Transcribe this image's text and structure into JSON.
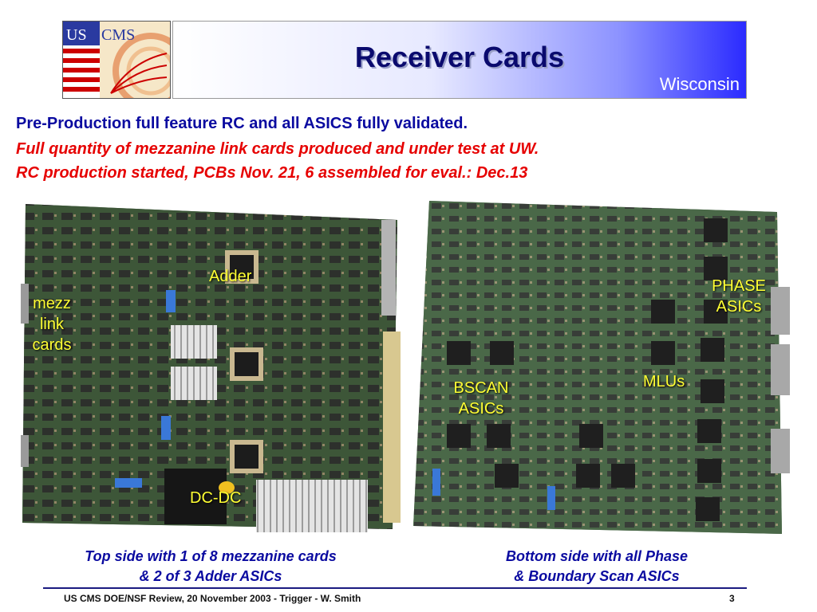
{
  "logo": {
    "text": "US CMS"
  },
  "title": "Receiver Cards",
  "subtitle": "Wisconsin",
  "bullets": {
    "line1": "Pre-Production full feature RC and all ASICS fully validated.",
    "line2": "Full quantity of mezzanine link cards produced and under test at UW.",
    "line3": "RC production started, PCBs Nov. 21, 6 assembled for eval.:  Dec.13"
  },
  "labels": {
    "adder": "Adder",
    "mezz": [
      "mezz",
      "link",
      "cards"
    ],
    "dcdc": "DC-DC",
    "bscan": [
      "BSCAN",
      "ASICs"
    ],
    "mlus": "MLUs",
    "phase": [
      "PHASE",
      "ASICs"
    ]
  },
  "captions": {
    "left": [
      "Top side with 1 of 8 mezzanine cards",
      "& 2 of 3 Adder ASICs"
    ],
    "right": [
      "Bottom side with all Phase",
      "& Boundary Scan ASICs"
    ]
  },
  "footer": {
    "text": "US CMS DOE/NSF Review, 20 November 2003 - Trigger - W. Smith",
    "page": "3"
  },
  "colors": {
    "title": "#0a0a6e",
    "blue_text": "#0a0aa0",
    "red_text": "#e60000",
    "label_yellow": "#ffff33",
    "board_green": "#3f5a3a"
  }
}
